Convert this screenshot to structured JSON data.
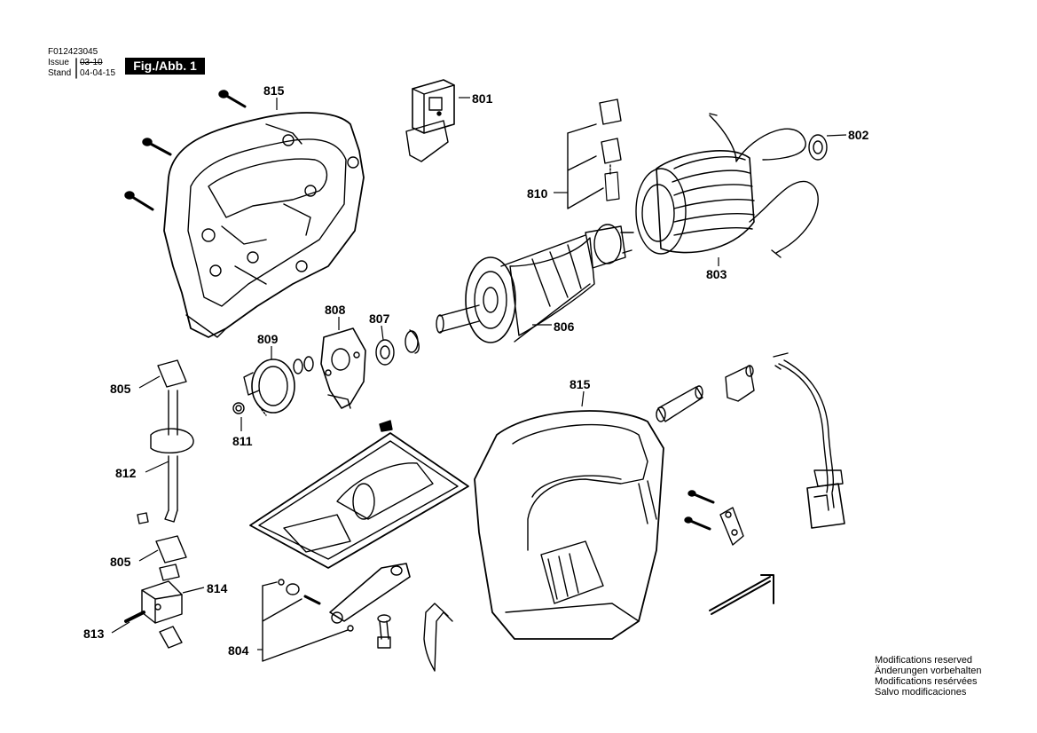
{
  "header": {
    "doc_number": "F012423045",
    "issue_label": "Issue",
    "issue_value": "03-10",
    "stand_label": "Stand",
    "stand_value": "04-04-15",
    "figure_label": "Fig./Abb. 1"
  },
  "part_numbers": {
    "p815_top": "815",
    "p801": "801",
    "p802": "802",
    "p810": "810",
    "p803": "803",
    "p806": "806",
    "p808": "808",
    "p807": "807",
    "p809": "809",
    "p805_top": "805",
    "p811": "811",
    "p815_mid": "815",
    "p812": "812",
    "p805_bottom": "805",
    "p814": "814",
    "p813": "813",
    "p804": "804"
  },
  "notes": [
    "Modifications reserved",
    "Änderungen vorbehalten",
    "Modifications resérvées",
    "Salvo modificaciones"
  ]
}
